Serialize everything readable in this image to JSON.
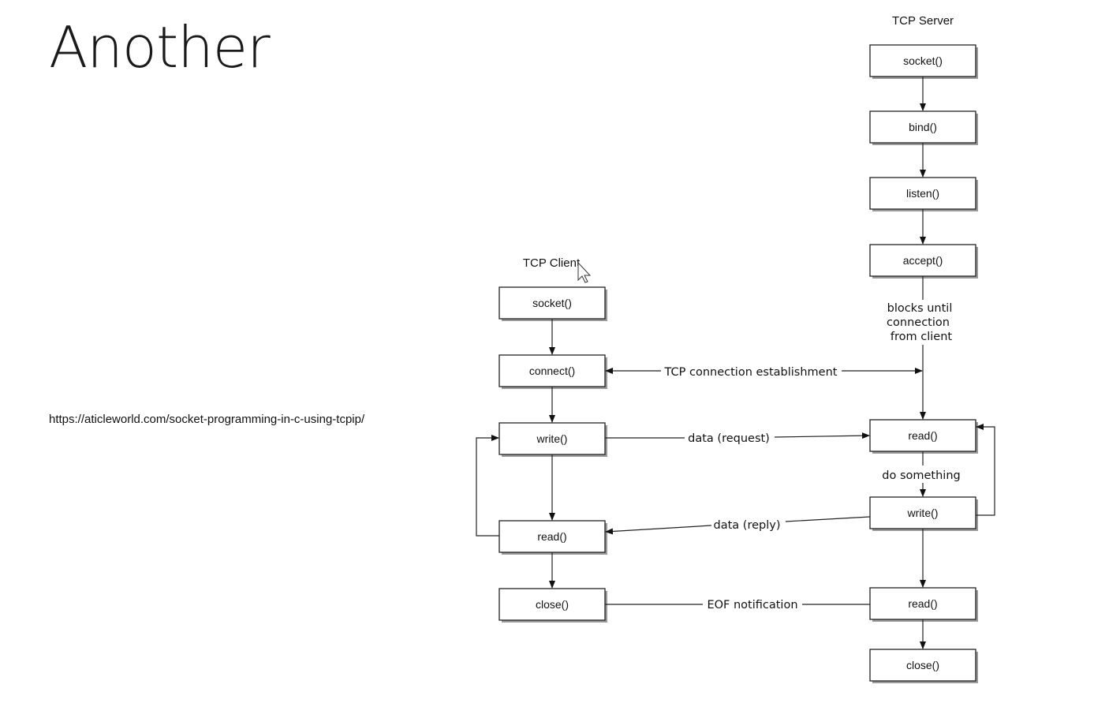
{
  "slide": {
    "title": "Another",
    "source_url": "https://aticleworld.com/socket-programming-in-c-using-tcpip/"
  },
  "diagram": {
    "client": {
      "heading": "TCP Client",
      "socket": "socket()",
      "connect": "connect()",
      "write": "write()",
      "read": "read()",
      "close": "close()"
    },
    "server": {
      "heading": "TCP Server",
      "socket": "socket()",
      "bind": "bind()",
      "listen": "listen()",
      "accept": "accept()",
      "read": "read()",
      "write": "write()",
      "read2": "read()",
      "close": "close()"
    },
    "labels": {
      "blocks_line1": "blocks until",
      "blocks_line2": "connection",
      "blocks_line3": "from client",
      "connection": "TCP connection establishment",
      "request": "data (request)",
      "reply": "data (reply)",
      "do_something": "do something",
      "eof": "EOF notification"
    }
  }
}
